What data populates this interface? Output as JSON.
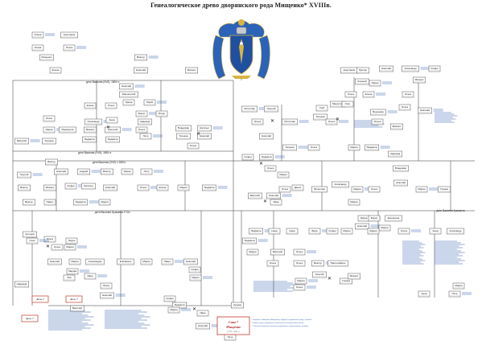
{
  "title": "Генеалогическое древо дворянского рода  Мищенко*  XVIIIв.",
  "coat_of_arms": {
    "icon": "coat-of-arms-icon",
    "mantle_color": "#2b63b8",
    "shield_color": "#1f4fa0",
    "gold": "#d9b440"
  },
  "persons": [
    {
      "name": "Олена",
      "years": "",
      "col": 47,
      "row": 44
    },
    {
      "name": "Анастасия",
      "years": "",
      "col": 86,
      "row": 44
    },
    {
      "name": "Клина",
      "years": "",
      "col": 47,
      "row": 60
    },
    {
      "name": "Ольга",
      "years": "",
      "col": 86,
      "row": 60
    },
    {
      "name": "Мищенко",
      "years": "",
      "col": 58,
      "row": 72
    },
    {
      "name": "Елена",
      "years": "",
      "col": 69,
      "row": 88
    },
    {
      "name": "Виктор",
      "years": "",
      "col": 175,
      "row": 72
    },
    {
      "name": "Николай",
      "years": "",
      "col": 175,
      "row": 88
    },
    {
      "name": "Михаил",
      "years": "",
      "col": 238,
      "row": 88
    },
    {
      "name": "Николай",
      "years": "",
      "col": 157,
      "row": 108
    },
    {
      "name": "Иннокентий",
      "years": "",
      "col": 160,
      "row": 118
    },
    {
      "name": "Ирина",
      "years": "",
      "col": 160,
      "row": 128
    },
    {
      "name": "Юрий",
      "years": "",
      "col": 186,
      "row": 128
    },
    {
      "name": "Елена",
      "years": "",
      "col": 112,
      "row": 132
    },
    {
      "name": "Ольга",
      "years": "",
      "col": 138,
      "row": 132
    },
    {
      "name": "Борис",
      "years": "",
      "col": 176,
      "row": 142
    },
    {
      "name": "Игорь",
      "years": "",
      "col": 201,
      "row": 142
    },
    {
      "name": "Ольга",
      "years": "",
      "col": 61,
      "row": 148
    },
    {
      "name": "Александр",
      "years": "",
      "col": 116,
      "row": 152
    },
    {
      "name": "Анна",
      "years": "",
      "col": 139,
      "row": 150
    },
    {
      "name": "Надежда",
      "years": "",
      "col": 180,
      "row": 152
    },
    {
      "name": "Ирина",
      "years": "",
      "col": 61,
      "row": 162
    },
    {
      "name": "Маргарита",
      "years": "",
      "col": 84,
      "row": 162
    },
    {
      "name": "Михаил",
      "years": "",
      "col": 112,
      "row": 162
    },
    {
      "name": "Грегорий",
      "years": "",
      "col": 140,
      "row": 162
    },
    {
      "name": "Ольга",
      "years": "",
      "col": 176,
      "row": 162
    },
    {
      "name": "Владимир",
      "years": "",
      "col": 228,
      "row": 160
    },
    {
      "name": "Наталья",
      "years": "",
      "col": 254,
      "row": 160
    },
    {
      "name": "Людмила",
      "years": "",
      "col": 111,
      "row": 174
    },
    {
      "name": "Людмила",
      "years": "",
      "col": 140,
      "row": 174
    },
    {
      "name": "Петр",
      "years": "",
      "col": 181,
      "row": 170
    },
    {
      "name": "Татьяна",
      "years": "",
      "col": 228,
      "row": 170
    },
    {
      "name": "Николай",
      "years": "",
      "col": 254,
      "row": 170
    },
    {
      "name": "Василий",
      "years": "",
      "col": 27,
      "row": 176
    },
    {
      "name": "Татьяна",
      "years": "",
      "col": 61,
      "row": 176
    },
    {
      "name": "Ольга",
      "years": "",
      "col": 240,
      "row": 182
    },
    {
      "name": "Георгий",
      "years": "",
      "col": 30,
      "row": 218
    },
    {
      "name": "Виктор",
      "years": "",
      "col": 64,
      "row": 202
    },
    {
      "name": "Николай",
      "years": "",
      "col": 76,
      "row": 214
    },
    {
      "name": "Андрей",
      "years": "",
      "col": 104,
      "row": 214
    },
    {
      "name": "Виктор",
      "years": "",
      "col": 133,
      "row": 214
    },
    {
      "name": "Ирина",
      "years": "",
      "col": 158,
      "row": 214
    },
    {
      "name": "Петр",
      "years": "",
      "col": 182,
      "row": 214
    },
    {
      "name": "Виктор",
      "years": "",
      "col": 30,
      "row": 234
    },
    {
      "name": "Михаил",
      "years": "",
      "col": 62,
      "row": 234
    },
    {
      "name": "Софья",
      "years": "",
      "col": 88,
      "row": 232
    },
    {
      "name": "Наталья",
      "years": "",
      "col": 110,
      "row": 232
    },
    {
      "name": "Николай",
      "years": "",
      "col": 137,
      "row": 234
    },
    {
      "name": "Ольга",
      "years": "",
      "col": 178,
      "row": 234
    },
    {
      "name": "Елена",
      "years": "",
      "col": 202,
      "row": 234
    },
    {
      "name": "Мария",
      "years": "",
      "col": 228,
      "row": 234
    },
    {
      "name": "Людмила",
      "years": "",
      "col": 260,
      "row": 234
    },
    {
      "name": "Виктор",
      "years": "",
      "col": 36,
      "row": 252
    },
    {
      "name": "Павел",
      "years": "",
      "col": 62,
      "row": 252
    },
    {
      "name": "Людмила",
      "years": "",
      "col": 100,
      "row": 252
    },
    {
      "name": "Мария",
      "years": "",
      "col": 130,
      "row": 252
    },
    {
      "name": "Софья",
      "years": "",
      "col": 308,
      "row": 196
    },
    {
      "name": "Людмила",
      "years": "",
      "col": 331,
      "row": 196
    },
    {
      "name": "Ольга",
      "years": "",
      "col": 336,
      "row": 210
    },
    {
      "name": "Мария",
      "years": "",
      "col": 352,
      "row": 218
    },
    {
      "name": "Истислав",
      "years": "",
      "col": 310,
      "row": 136
    },
    {
      "name": "Георгий",
      "years": "",
      "col": 337,
      "row": 136
    },
    {
      "name": "Ольга",
      "years": "",
      "col": 320,
      "row": 152
    },
    {
      "name": "Истислав",
      "years": "",
      "col": 360,
      "row": 152
    },
    {
      "name": "Глеб",
      "years": "",
      "col": 400,
      "row": 135
    },
    {
      "name": "Татьяна",
      "years": "",
      "col": 398,
      "row": 146
    },
    {
      "name": "Ольга",
      "years": "",
      "col": 412,
      "row": 152
    },
    {
      "name": "Мирослав",
      "years": "",
      "col": 420,
      "row": 130
    },
    {
      "name": "Олег",
      "years": "",
      "col": 432,
      "row": 130
    },
    {
      "name": "Вероника",
      "years": "",
      "col": 470,
      "row": 140
    },
    {
      "name": "Ольга",
      "years": "",
      "col": 469,
      "row": 152
    },
    {
      "name": "Николай",
      "years": "",
      "col": 331,
      "row": 170
    },
    {
      "name": "Татьяна",
      "years": "",
      "col": 360,
      "row": 184
    },
    {
      "name": "Ольга",
      "years": "",
      "col": 390,
      "row": 184
    },
    {
      "name": "Мария",
      "years": "",
      "col": 440,
      "row": 184
    },
    {
      "name": "Людмила",
      "years": "",
      "col": 462,
      "row": 184
    },
    {
      "name": "Надежда",
      "years": "",
      "col": 491,
      "row": 192
    },
    {
      "name": "Михаил",
      "years": "",
      "col": 493,
      "row": 158
    },
    {
      "name": "Анастасия",
      "years": "",
      "col": 434,
      "row": 88
    },
    {
      "name": "Прохор",
      "years": "",
      "col": 451,
      "row": 88
    },
    {
      "name": "Николай",
      "years": "",
      "col": 480,
      "row": 86
    },
    {
      "name": "Александр",
      "years": "",
      "col": 510,
      "row": 86
    },
    {
      "name": "Софья",
      "years": "",
      "col": 540,
      "row": 86
    },
    {
      "name": "Алексей",
      "years": "",
      "col": 450,
      "row": 102
    },
    {
      "name": "Ирина",
      "years": "",
      "col": 466,
      "row": 104
    },
    {
      "name": "Михаил",
      "years": "",
      "col": 521,
      "row": 100
    },
    {
      "name": "Ольга",
      "years": "",
      "col": 436,
      "row": 118
    },
    {
      "name": "Елена",
      "years": "",
      "col": 458,
      "row": 118
    },
    {
      "name": "Ольга",
      "years": "",
      "col": 507,
      "row": 118
    },
    {
      "name": "Ольга",
      "years": "",
      "col": 503,
      "row": 134
    },
    {
      "name": "Николай",
      "years": "",
      "col": 528,
      "row": 138
    },
    {
      "name": "Владимир",
      "years": "",
      "col": 498,
      "row": 210
    },
    {
      "name": "Александр",
      "years": "",
      "col": 423,
      "row": 230
    },
    {
      "name": "Ольга",
      "years": "",
      "col": 354,
      "row": 236
    },
    {
      "name": "Денис",
      "years": "",
      "col": 370,
      "row": 234
    },
    {
      "name": "Вячеслав",
      "years": "",
      "col": 397,
      "row": 236
    },
    {
      "name": "Мария",
      "years": "",
      "col": 444,
      "row": 236
    },
    {
      "name": "Ольга",
      "years": "",
      "col": 465,
      "row": 236
    },
    {
      "name": "Николай",
      "years": "",
      "col": 498,
      "row": 228
    },
    {
      "name": "Мария",
      "years": "",
      "col": 524,
      "row": 236
    },
    {
      "name": "Ульяна",
      "years": "",
      "col": 552,
      "row": 236
    },
    {
      "name": "Василий",
      "years": "",
      "col": 317,
      "row": 244
    },
    {
      "name": "Николай",
      "years": "",
      "col": 340,
      "row": 244
    },
    {
      "name": "Иван",
      "years": "",
      "col": 343,
      "row": 252
    },
    {
      "name": "Мария",
      "years": "",
      "col": 440,
      "row": 252
    },
    {
      "name": "Ирина",
      "years": "",
      "col": 452,
      "row": 272
    },
    {
      "name": "Борис",
      "years": "",
      "col": 465,
      "row": 272
    },
    {
      "name": "Екатерина",
      "years": "",
      "col": 489,
      "row": 272
    },
    {
      "name": "Николай",
      "years": "",
      "col": 450,
      "row": 282
    },
    {
      "name": "Мария",
      "years": "",
      "col": 478,
      "row": 284
    },
    {
      "name": "Мария",
      "years": "",
      "col": 464,
      "row": 288
    },
    {
      "name": "Людмила",
      "years": "",
      "col": 318,
      "row": 288
    },
    {
      "name": "Нина",
      "years": "",
      "col": 341,
      "row": 288
    },
    {
      "name": "Нина",
      "years": "",
      "col": 363,
      "row": 288
    },
    {
      "name": "Вера",
      "years": "",
      "col": 391,
      "row": 288
    },
    {
      "name": "Софья",
      "years": "",
      "col": 413,
      "row": 288
    },
    {
      "name": "Мария",
      "years": "",
      "col": 431,
      "row": 288
    },
    {
      "name": "Ольга",
      "years": "",
      "col": 502,
      "row": 288
    },
    {
      "name": "Анна",
      "years": "",
      "col": 541,
      "row": 288
    },
    {
      "name": "Александр",
      "years": "",
      "col": 566,
      "row": 288
    },
    {
      "name": "Людмила",
      "years": "",
      "col": 310,
      "row": 300
    },
    {
      "name": "Мария",
      "years": "",
      "col": 314,
      "row": 314
    },
    {
      "name": "Василий",
      "years": "",
      "col": 345,
      "row": 314
    },
    {
      "name": "Ольга",
      "years": "",
      "col": 372,
      "row": 314
    },
    {
      "name": "Ольга",
      "years": "",
      "col": 339,
      "row": 328
    },
    {
      "name": "Ольга",
      "years": "",
      "col": 372,
      "row": 328
    },
    {
      "name": "Виктор",
      "years": "",
      "col": 395,
      "row": 328
    },
    {
      "name": "Пантелеймон",
      "years": "",
      "col": 420,
      "row": 328
    },
    {
      "name": "Георгий",
      "years": "",
      "col": 397,
      "row": 342
    },
    {
      "name": "Мария",
      "years": "",
      "col": 374,
      "row": 350
    },
    {
      "name": "Ульяна",
      "years": "",
      "col": 430,
      "row": 350
    },
    {
      "name": "Михаил",
      "years": "",
      "col": 440,
      "row": 344
    },
    {
      "name": "Ольга",
      "years": "",
      "col": 372,
      "row": 358
    },
    {
      "name": "Анна",
      "years": "",
      "col": 527,
      "row": 366
    },
    {
      "name": "Мария",
      "years": "",
      "col": 570,
      "row": 356
    },
    {
      "name": "Петр",
      "years": "",
      "col": 565,
      "row": 366
    },
    {
      "name": "Антонов",
      "years": "",
      "col": 37,
      "row": 292
    },
    {
      "name": "Ольга",
      "years": "",
      "col": 62,
      "row": 298
    },
    {
      "name": "Соня",
      "years": "",
      "col": 40,
      "row": 300
    },
    {
      "name": "Лидия",
      "years": "",
      "col": 89,
      "row": 300
    },
    {
      "name": "Ольга",
      "years": "",
      "col": 71,
      "row": 308
    },
    {
      "name": "Мария",
      "years": "",
      "col": 87,
      "row": 308
    },
    {
      "name": "Николай",
      "years": "",
      "col": 68,
      "row": 326
    },
    {
      "name": "Мария",
      "years": "",
      "col": 93,
      "row": 326
    },
    {
      "name": "Марфа",
      "years": "",
      "col": 90,
      "row": 338
    },
    {
      "name": "Александра",
      "years": "",
      "col": 118,
      "row": 326
    },
    {
      "name": "Лев",
      "years": "",
      "col": 86,
      "row": 346
    },
    {
      "name": "Иван",
      "years": "",
      "col": 112,
      "row": 344
    },
    {
      "name": "Елизавета",
      "years": "",
      "col": 156,
      "row": 326
    },
    {
      "name": "Мария",
      "years": "",
      "col": 182,
      "row": 326
    },
    {
      "name": "Павел",
      "years": "",
      "col": 208,
      "row": 326
    },
    {
      "name": "Николай",
      "years": "",
      "col": 237,
      "row": 326
    },
    {
      "name": "Софья",
      "years": "",
      "col": 242,
      "row": 336
    },
    {
      "name": "Мария",
      "years": "",
      "col": 243,
      "row": 346
    },
    {
      "name": "Надежда",
      "years": "",
      "col": 27,
      "row": 354
    },
    {
      "name": "Юлия",
      "years": "",
      "col": 132,
      "row": 356
    },
    {
      "name": "Николай",
      "years": "",
      "col": 133,
      "row": 368
    },
    {
      "name": "Софья",
      "years": "",
      "col": 211,
      "row": 372
    },
    {
      "name": "Людмила",
      "years": "",
      "col": 223,
      "row": 380
    },
    {
      "name": "Мария",
      "years": "",
      "col": 216,
      "row": 386
    },
    {
      "name": "Иван",
      "years": "",
      "col": 252,
      "row": 390
    },
    {
      "name": "Кузьма",
      "years": "",
      "col": 295,
      "row": 380
    },
    {
      "name": "Николай",
      "years": "",
      "col": 252,
      "row": 406
    },
    {
      "name": "Петр",
      "years": "",
      "col": 286,
      "row": 420
    },
    {
      "name": "Василий",
      "years": "",
      "col": 96,
      "row": 384
    }
  ],
  "branch_labels": [
    {
      "text": "дети Василия (ХVII), 1654 гг.",
      "col": 128,
      "row": 100
    },
    {
      "text": "дети Василия (ХVII), 1654 гг.",
      "col": 118,
      "row": 188
    },
    {
      "text": "дети Василия (ХVII) с 1654 г.",
      "col": 136,
      "row": 200
    },
    {
      "text": "дети Василия Кузьмича 1711г.",
      "col": 140,
      "row": 262
    },
    {
      "text": "дети Василия Кузьмича",
      "col": 560,
      "row": 260
    }
  ],
  "highlight_boxes": [
    {
      "text": "Дочь ?",
      "col": 50,
      "row": 372
    },
    {
      "text": "Дочь ?",
      "col": 92,
      "row": 372
    },
    {
      "text": "Дочь ?",
      "col": 37,
      "row": 396
    }
  ],
  "founder": {
    "name": "Сава *",
    "surname": "Мищенко",
    "years": "(1735 – 1806 г.)"
  },
  "footnotes": [
    "* Сведения о Мищенко (Мищенках) найдены в документах рода, в архиве",
    "** Имена и даты рождения установлены по метрическим книгам",
    "*** Полное изложение генеалогии приведено в приложении к таблице"
  ],
  "colors": {
    "line": "#333333",
    "note": "#2e5aa8",
    "accent_red": "#c0392b"
  }
}
